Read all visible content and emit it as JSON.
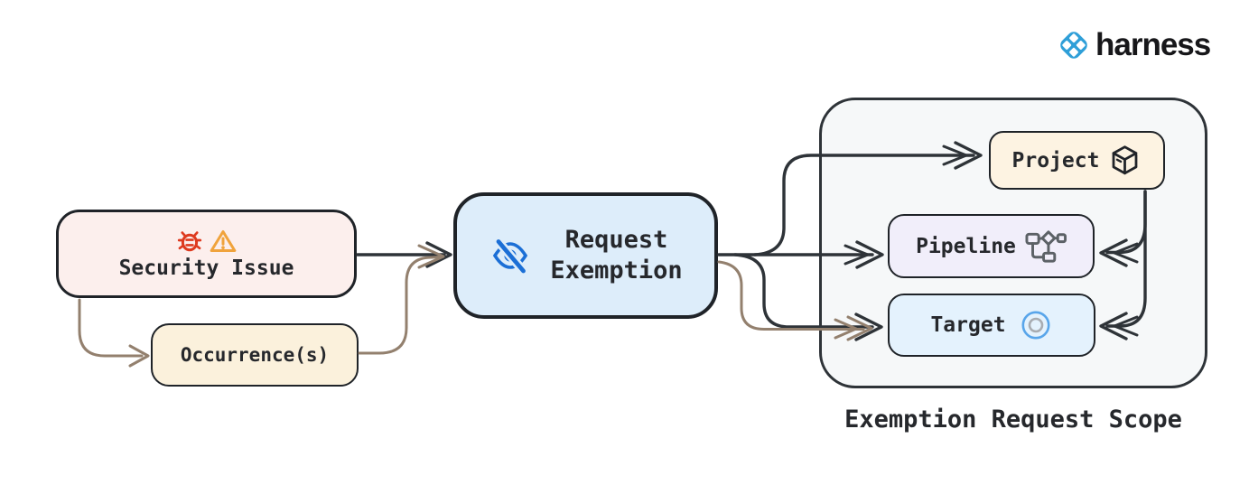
{
  "brand": {
    "name": "harness",
    "icon": "harness-logo-icon"
  },
  "nodes": {
    "security_issue": {
      "label": "Security Issue",
      "icons": [
        "bug-icon",
        "warning-icon"
      ]
    },
    "occurrences": {
      "label": "Occurrence(s)"
    },
    "request_exemption": {
      "label": "Request Exemption",
      "lines": [
        "Request",
        "Exemption"
      ],
      "icon": "eye-off-icon"
    },
    "project": {
      "label": "Project",
      "icon": "package-cube-icon"
    },
    "pipeline": {
      "label": "Pipeline",
      "icon": "pipeline-graph-icon"
    },
    "target": {
      "label": "Target",
      "icon": "target-circles-icon"
    }
  },
  "scope": {
    "title": "Exemption Request Scope"
  },
  "edges": [
    "security_issue -> request_exemption",
    "security_issue -> occurrences",
    "occurrences -> request_exemption",
    "request_exemption -> project",
    "request_exemption -> pipeline",
    "request_exemption -> target",
    "occurrences -> target",
    "project -> pipeline",
    "project -> target"
  ],
  "colors": {
    "edge_dark": "#2E3338",
    "edge_brown": "#93806E",
    "node_border": "#1F2328",
    "security_fill": "#FCEFED",
    "occurrence_fill": "#FBF1DC",
    "exemption_fill": "#DDEDFA",
    "project_fill": "#FDF3E2",
    "pipeline_fill": "#F1EEFA",
    "target_fill": "#E4F2FD",
    "scope_fill": "#F6F8F9",
    "text": "#26282C",
    "bug_red": "#DE3A1F",
    "warning_orange": "#F0A33C",
    "eye_blue": "#1B6FD6",
    "pipeline_icon_gray": "#5C6166",
    "target_icon_blue": "#58A5EA",
    "target_icon_gray": "#A8ACB1",
    "harness_blue": "#2F9FD8",
    "harness_text": "#17171A"
  }
}
